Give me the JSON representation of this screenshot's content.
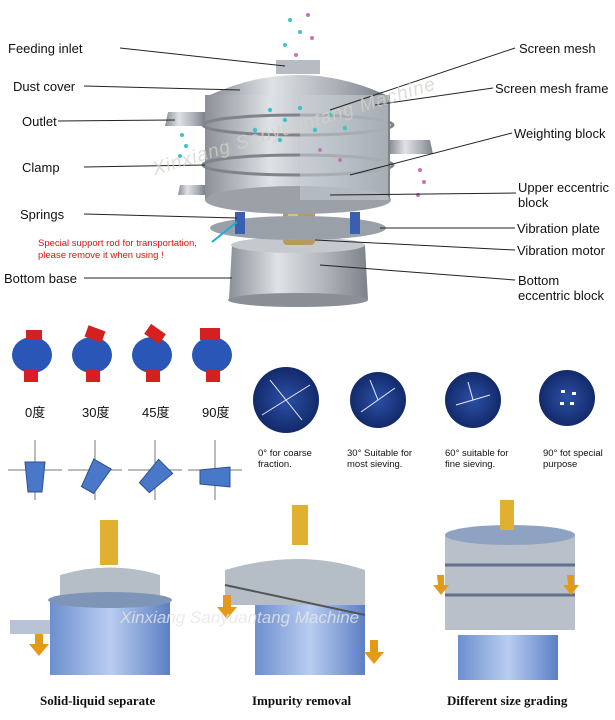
{
  "diagram": {
    "left_labels": [
      "Feeding inlet",
      "Dust cover",
      "Outlet",
      "Clamp",
      "Springs",
      "Bottom base"
    ],
    "right_labels": [
      "Screen mesh",
      "Screen mesh frame",
      "Weighting block",
      "Upper eccentric block",
      "Vibration plate",
      "Vibration motor",
      "Bottom eccentric block"
    ],
    "warning_line1": "Special support rod for transportation,",
    "warning_line2": "please remove it when using !",
    "watermark": "Xinxiang Sanyuantang Machine"
  },
  "motor_angles": [
    "0度",
    "30度",
    "45度",
    "90度"
  ],
  "flow_notes": [
    {
      "line1": "0° for coarse",
      "line2": "fraction."
    },
    {
      "line1": "30° Suitable for",
      "line2": "most sieving."
    },
    {
      "line1": "60° suitable for",
      "line2": "fine sieving."
    },
    {
      "line1": "90° fot special",
      "line2": "purpose"
    }
  ],
  "applications": {
    "captions": [
      "Solid-liquid separate",
      "Impurity removal",
      "Different size grading"
    ],
    "watermark": "Xinxiang Sanyuantang Machine"
  },
  "colors": {
    "machine": "#a8adb5",
    "motor_blue": "#2a56b8",
    "motor_red": "#d42020",
    "disc_blue": "#1e3c8c",
    "warning": "#e01010"
  }
}
